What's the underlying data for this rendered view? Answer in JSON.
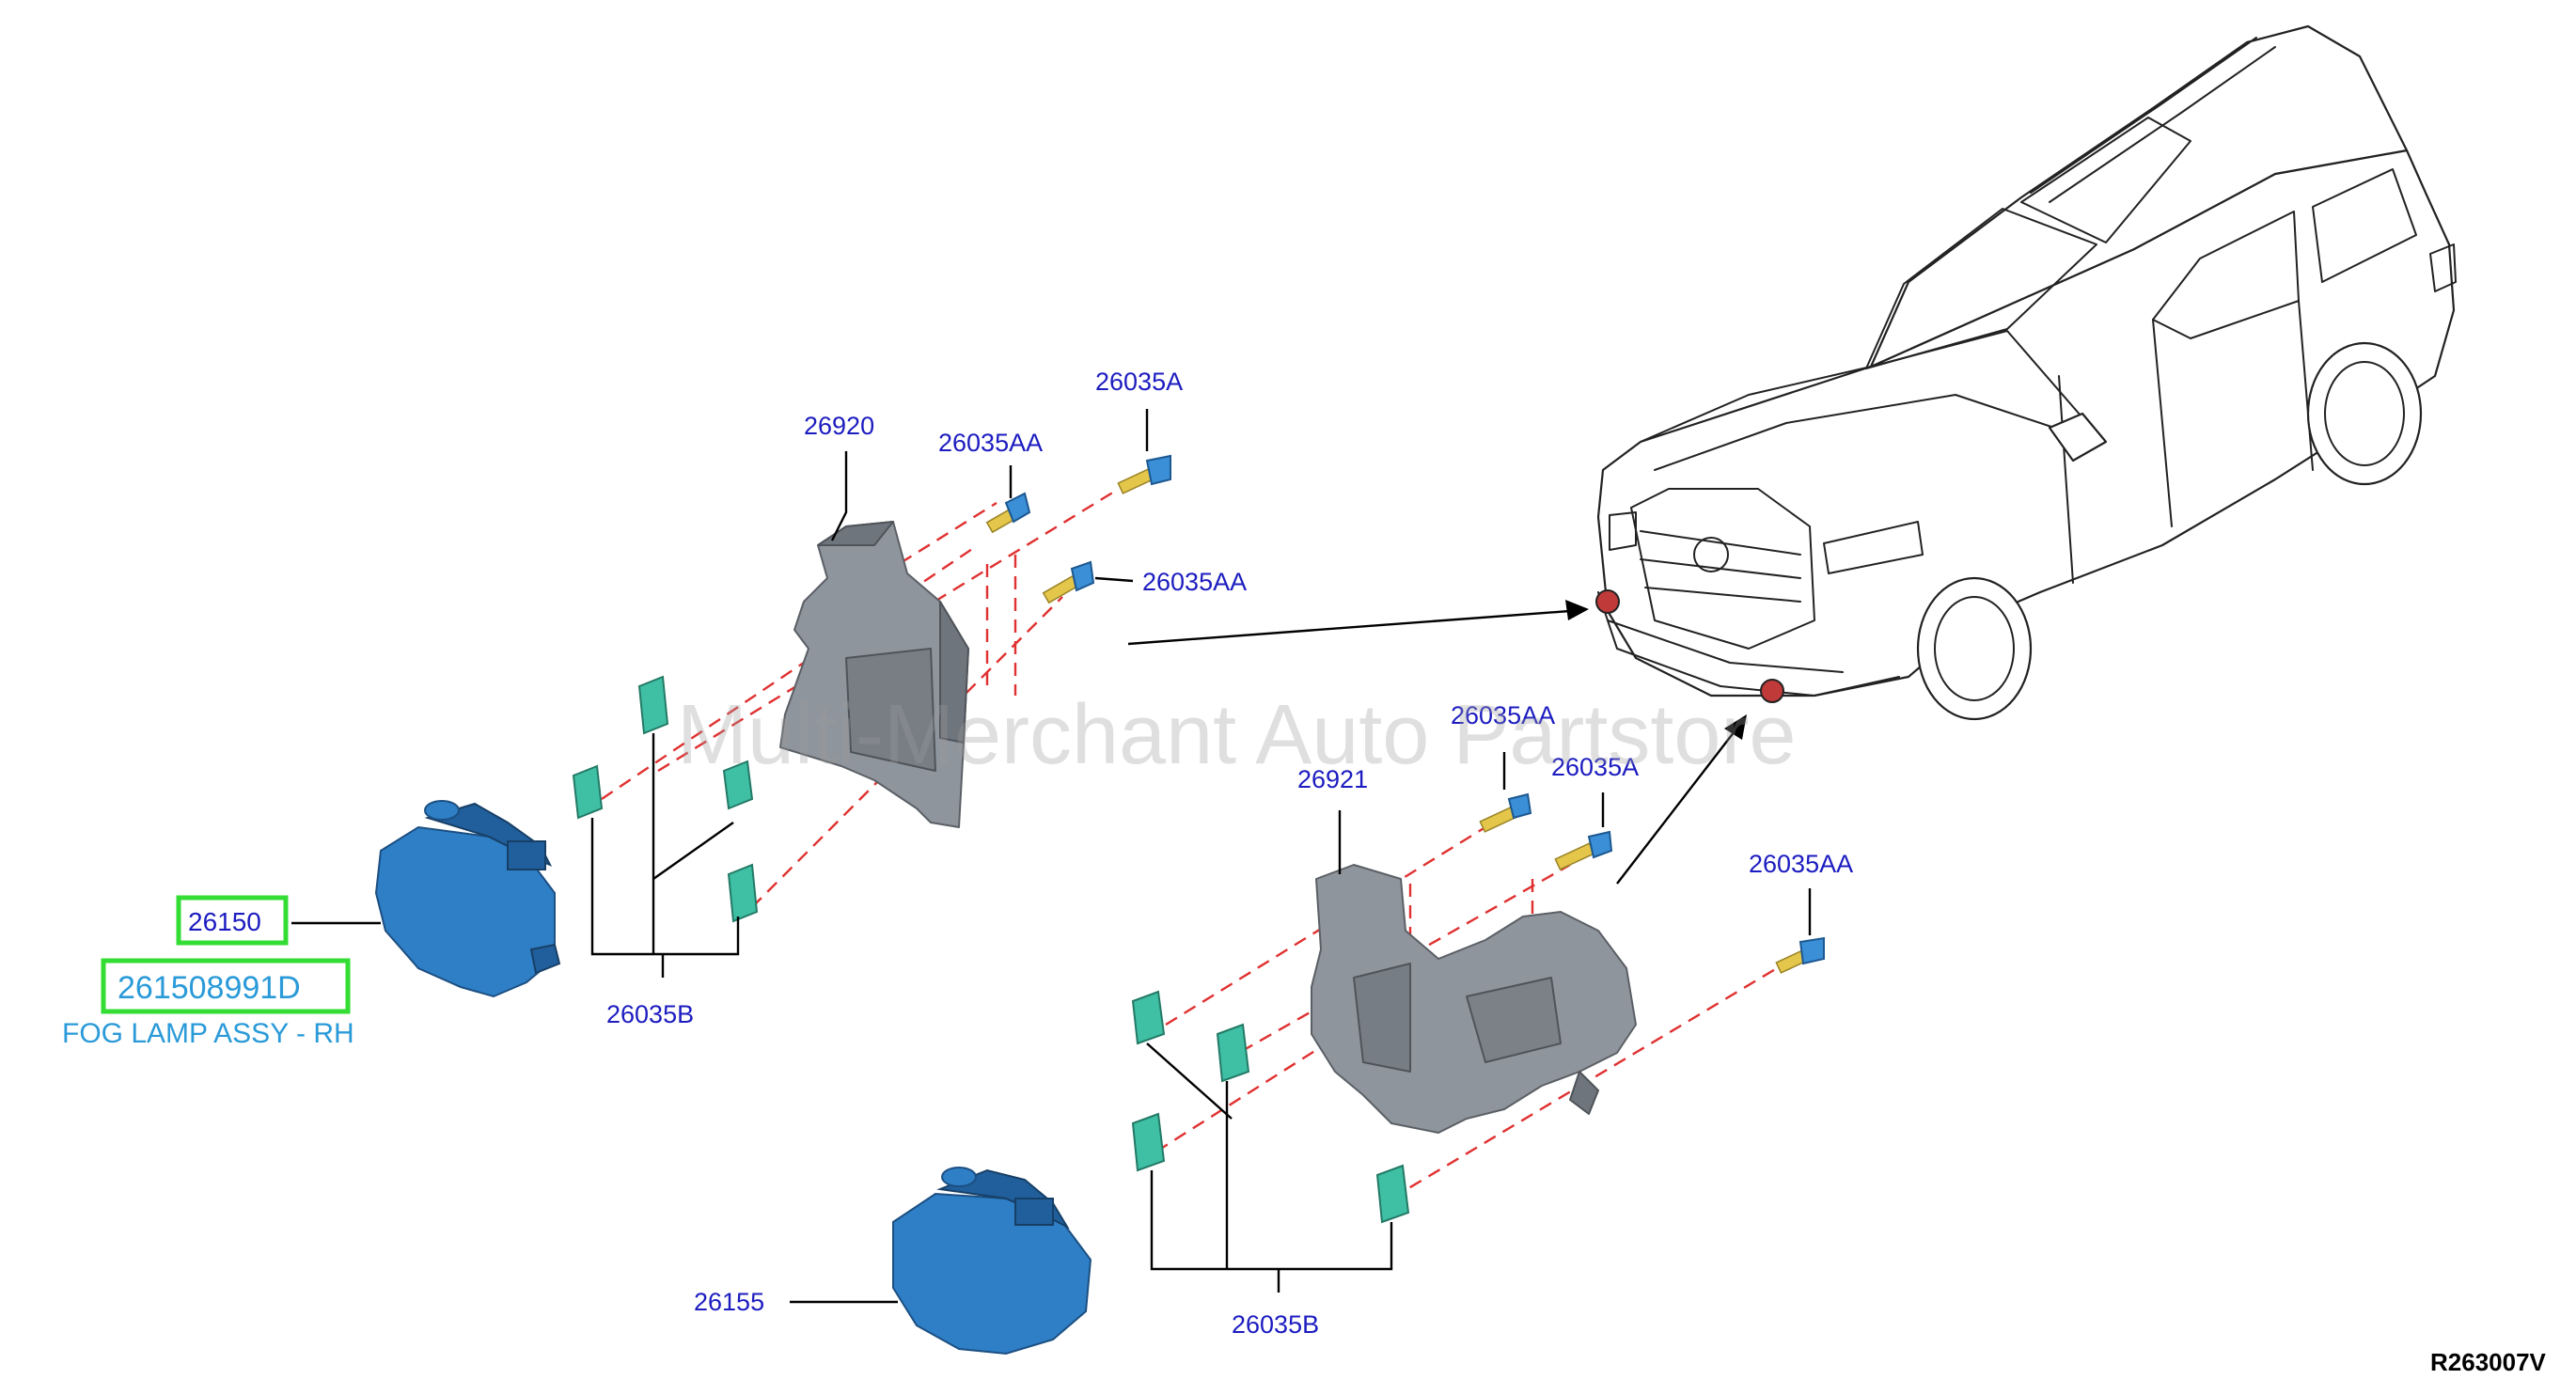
{
  "diagram": {
    "labels": {
      "bracket_upper": "26920",
      "bracket_lower": "26921",
      "screw_a_upper": "26035A",
      "screw_a_lower": "26035A",
      "screw_aa_upper_1": "26035AA",
      "screw_aa_upper_2": "26035AA",
      "screw_aa_lower_1": "26035AA",
      "screw_aa_lower_2": "26035AA",
      "clip_upper": "26035B",
      "clip_lower": "26035B",
      "lamp_lower": "26155"
    },
    "highlight": {
      "part_number_short": "26150",
      "part_number_full": "261508991D",
      "description": "FOG LAMP ASSY - RH"
    },
    "watermark": "Multi-Merchant Auto Partstore",
    "reference_code": "R263007V",
    "colors": {
      "callout_text": "#1c1cc0",
      "highlight_text": "#2a9ad8",
      "highlight_box": "#33dd33",
      "dashed_guide": "#e03030",
      "bracket": "#8f959c",
      "clip": "#3fbfa4",
      "lamp": "#2e7fc6"
    }
  }
}
